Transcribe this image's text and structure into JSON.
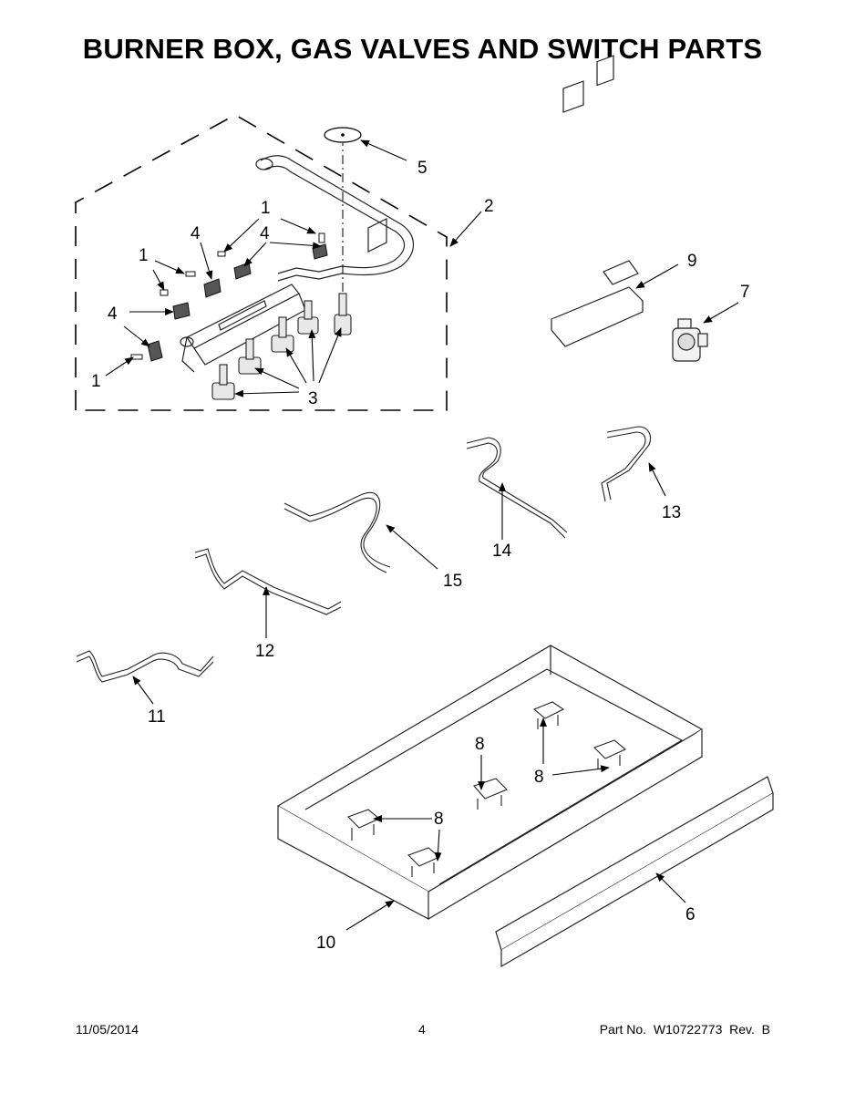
{
  "title": "BURNER BOX, GAS VALVES AND SWITCH PARTS",
  "callouts": {
    "c1": "1",
    "c2": "2",
    "c3": "3",
    "c4": "4",
    "c5": "5",
    "c6": "6",
    "c7": "7",
    "c8": "8",
    "c9": "9",
    "c10": "10",
    "c11": "11",
    "c12": "12",
    "c13": "13",
    "c14": "14",
    "c15": "15"
  },
  "footer": {
    "date": "11/05/2014",
    "page": "4",
    "part": "Part No.  W10722773  Rev.  B"
  }
}
